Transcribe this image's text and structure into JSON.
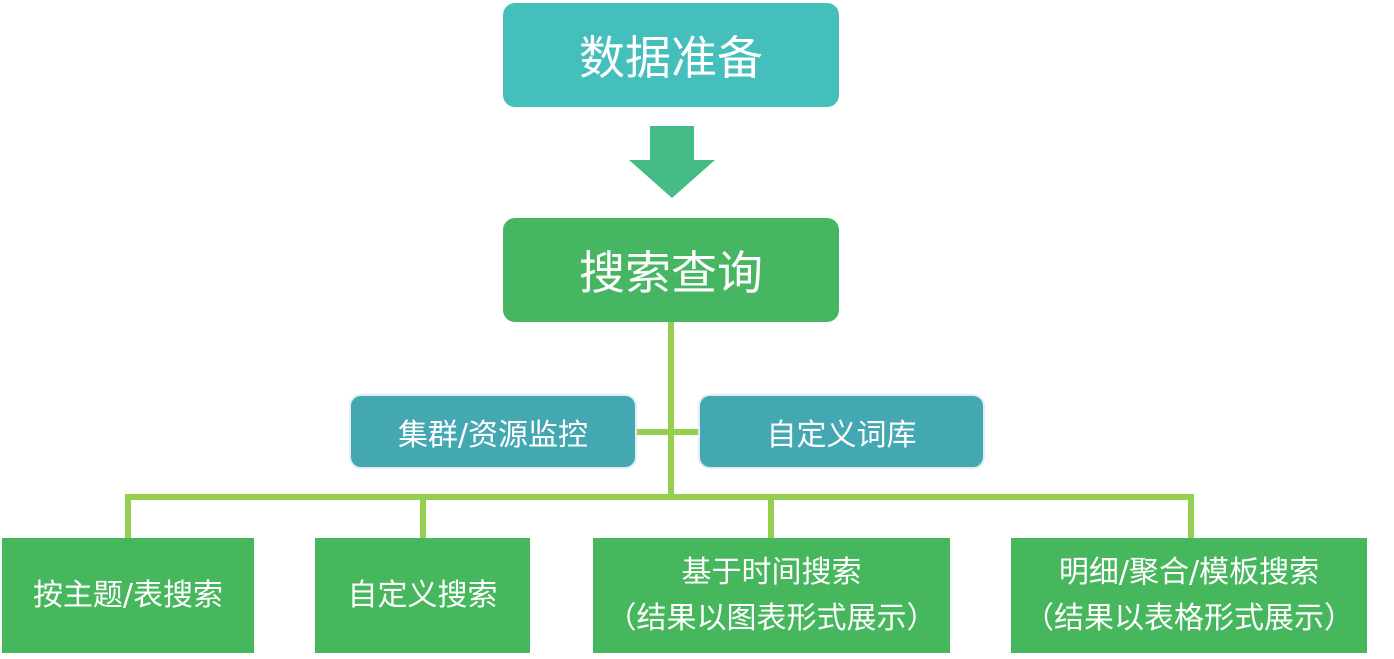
{
  "nodes": {
    "data_prep": "数据准备",
    "search_query": "搜索查询",
    "cluster_monitor": "集群/资源监控",
    "custom_dict": "自定义词库",
    "topic_search": "按主题/表搜索",
    "custom_search": "自定义搜索",
    "time_search": {
      "line1": "基于时间搜索",
      "line2": "（结果以图表形式展示）"
    },
    "detail_search": {
      "line1": "明细/聚合/模板搜索",
      "line2": "（结果以表格形式展示）"
    }
  },
  "colors": {
    "teal": "#44bfbc",
    "green": "#47b663",
    "blue_teal": "#43a8b2",
    "connector": "#95cf4f",
    "arrow": "#45bb86"
  }
}
